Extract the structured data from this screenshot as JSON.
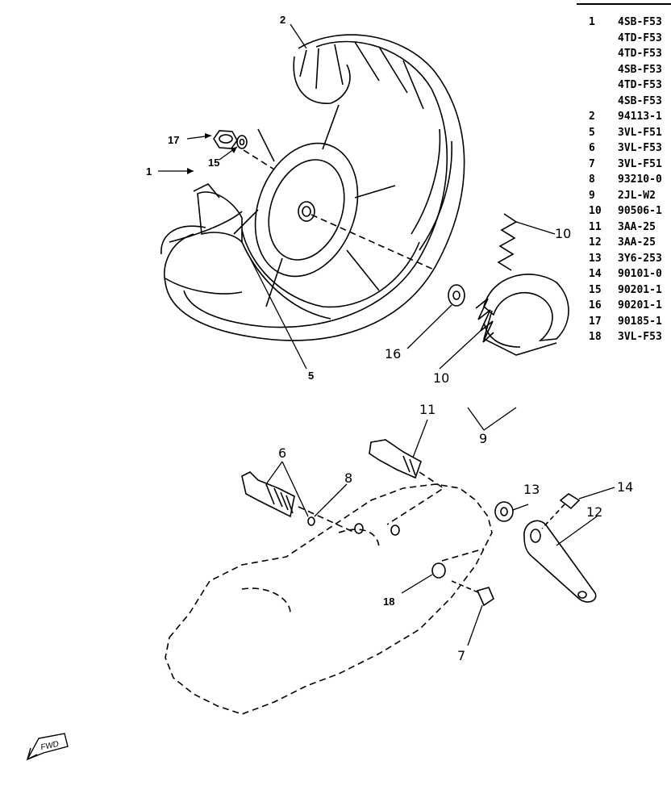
{
  "callouts": [
    {
      "id": "c1",
      "text": "1"
    },
    {
      "id": "c2",
      "text": "2"
    },
    {
      "id": "c5",
      "text": "5"
    },
    {
      "id": "c6",
      "text": "6"
    },
    {
      "id": "c7",
      "text": "7"
    },
    {
      "id": "c8",
      "text": "8"
    },
    {
      "id": "c9",
      "text": "9"
    },
    {
      "id": "c10a",
      "text": "10"
    },
    {
      "id": "c10b",
      "text": "10"
    },
    {
      "id": "c11",
      "text": "11"
    },
    {
      "id": "c12",
      "text": "12"
    },
    {
      "id": "c13",
      "text": "13"
    },
    {
      "id": "c14",
      "text": "14"
    },
    {
      "id": "c15",
      "text": "15"
    },
    {
      "id": "c16",
      "text": "16"
    },
    {
      "id": "c17",
      "text": "17"
    },
    {
      "id": "c18",
      "text": "18"
    }
  ],
  "parts_list": [
    {
      "ref": "1",
      "number": "4SB-F53"
    },
    {
      "ref": "",
      "number": "4TD-F53"
    },
    {
      "ref": "",
      "number": "4TD-F53"
    },
    {
      "ref": "",
      "number": "4SB-F53"
    },
    {
      "ref": "",
      "number": "4TD-F53"
    },
    {
      "ref": "",
      "number": "4SB-F53"
    },
    {
      "ref": "2",
      "number": "94113-1"
    },
    {
      "ref": "5",
      "number": "3VL-F51"
    },
    {
      "ref": "6",
      "number": "3VL-F53"
    },
    {
      "ref": "7",
      "number": "3VL-F51"
    },
    {
      "ref": "8",
      "number": "93210-0"
    },
    {
      "ref": "9",
      "number": "2JL-W2"
    },
    {
      "ref": "10",
      "number": "90506-1"
    },
    {
      "ref": "11",
      "number": "3AA-25"
    },
    {
      "ref": "12",
      "number": "3AA-25"
    },
    {
      "ref": "13",
      "number": "3Y6-253"
    },
    {
      "ref": "14",
      "number": "90101-0"
    },
    {
      "ref": "15",
      "number": "90201-1"
    },
    {
      "ref": "16",
      "number": "90201-1"
    },
    {
      "ref": "17",
      "number": "90185-1"
    },
    {
      "ref": "18",
      "number": "3VL-F53"
    }
  ],
  "fwd_label": "FWD"
}
